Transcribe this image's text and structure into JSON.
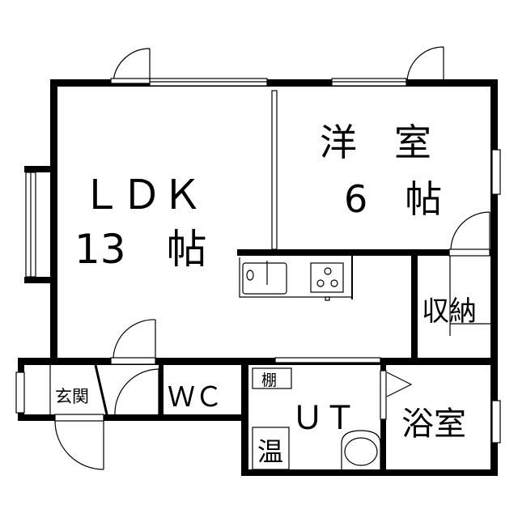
{
  "rooms": {
    "ldk": {
      "name": "ＬＤＫ",
      "size": "13　帖"
    },
    "western": {
      "name": "洋　室",
      "size": "6　帖"
    },
    "storage": {
      "name": "収納"
    },
    "entrance": {
      "name": "玄関"
    },
    "toilet": {
      "name": "ＷＣ"
    },
    "utility": {
      "name": "ＵＴ"
    },
    "bath": {
      "name": "浴室"
    }
  },
  "fixtures": {
    "shelf": "棚",
    "water_heater": "温"
  }
}
